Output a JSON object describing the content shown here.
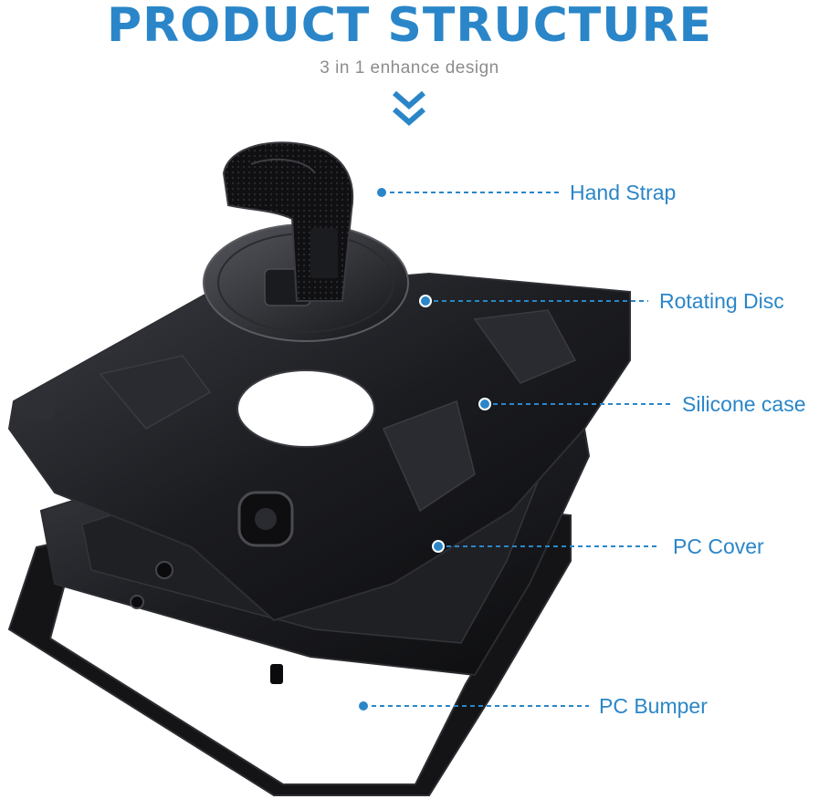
{
  "header": {
    "title": "PRODUCT STRUCTURE",
    "subtitle": "3 in 1 enhance design"
  },
  "colors": {
    "accent": "#2a86c8",
    "subtitle": "#8c8c8c",
    "product": "#1a1b1e"
  },
  "parts": [
    {
      "id": "hand-strap",
      "label": "Hand Strap"
    },
    {
      "id": "rotating-disc",
      "label": "Rotating Disc"
    },
    {
      "id": "silicone-case",
      "label": "Silicone case"
    },
    {
      "id": "pc-cover",
      "label": "PC Cover"
    },
    {
      "id": "pc-bumper",
      "label": "PC Bumper"
    }
  ]
}
